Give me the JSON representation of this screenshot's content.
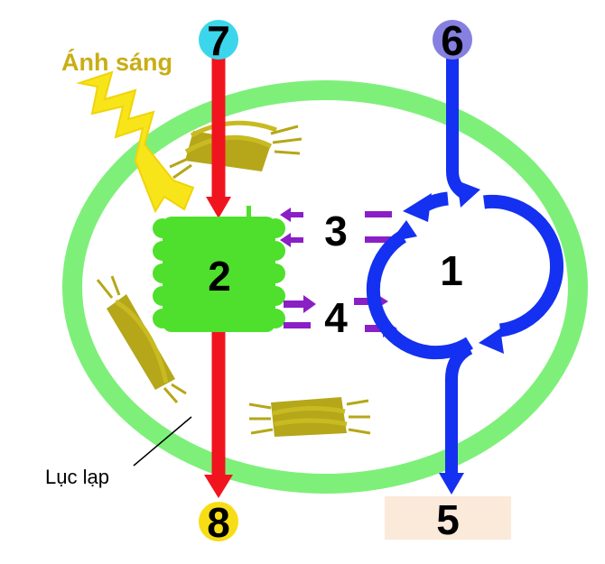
{
  "labels": {
    "light": "Ánh sáng",
    "chloroplast": "Lục lạp",
    "n1": "1",
    "n2": "2",
    "n3": "3",
    "n4": "4",
    "n5": "5",
    "n6": "6",
    "n7": "7",
    "n8": "8"
  },
  "colors": {
    "membrane": "#7ef07a",
    "grana": "#4ee02c",
    "red_flow": "#f0141e",
    "blue_flow": "#1430f0",
    "purple_arrows": "#8a1fc6",
    "thylakoid": "#b5a719",
    "light_bolt": "#f7e51a",
    "light_text": "#c9ad14",
    "circle7": "#3cd6ec",
    "circle6": "#8680e0",
    "circle8": "#f7dd15",
    "box5": "#fbe9da"
  },
  "icons": {
    "light": "lightning-bolt-icon"
  }
}
